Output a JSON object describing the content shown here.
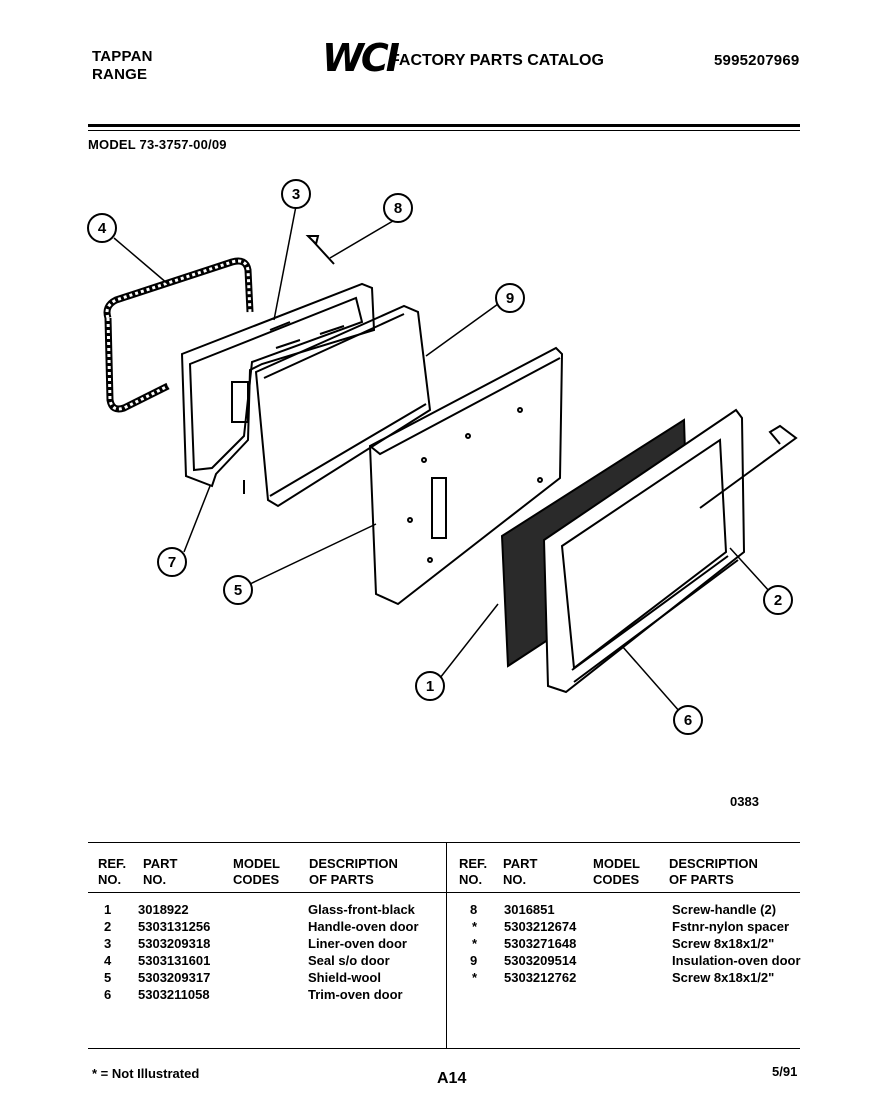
{
  "header": {
    "brand_line1": "TAPPAN",
    "brand_line2": "RANGE",
    "logo_text": "WCI",
    "catalog_title": "FACTORY PARTS CATALOG",
    "catalog_number": "5995207969",
    "model_label": "MODEL 73-3757-00/09"
  },
  "diagram": {
    "callouts": [
      "1",
      "2",
      "3",
      "4",
      "5",
      "6",
      "7",
      "8",
      "9"
    ],
    "figure_code": "0383"
  },
  "table": {
    "headers": {
      "ref_no": [
        "REF.",
        "NO."
      ],
      "part_no": [
        "PART",
        "NO."
      ],
      "model_codes": [
        "MODEL",
        "CODES"
      ],
      "description": [
        "DESCRIPTION",
        "OF PARTS"
      ]
    },
    "left_rows": [
      {
        "ref": "1",
        "part": "3018922",
        "codes": "",
        "desc": "Glass-front-black"
      },
      {
        "ref": "2",
        "part": "5303131256",
        "codes": "",
        "desc": "Handle-oven door"
      },
      {
        "ref": "3",
        "part": "5303209318",
        "codes": "",
        "desc": "Liner-oven door"
      },
      {
        "ref": "4",
        "part": "5303131601",
        "codes": "",
        "desc": "Seal s/o door"
      },
      {
        "ref": "5",
        "part": "5303209317",
        "codes": "",
        "desc": "Shield-wool"
      },
      {
        "ref": "6",
        "part": "5303211058",
        "codes": "",
        "desc": "Trim-oven door"
      }
    ],
    "right_rows": [
      {
        "ref": "8",
        "part": "3016851",
        "codes": "",
        "desc": "Screw-handle (2)"
      },
      {
        "ref": "*",
        "part": "5303212674",
        "codes": "",
        "desc": "Fstnr-nylon spacer"
      },
      {
        "ref": "*",
        "part": "5303271648",
        "codes": "",
        "desc": "Screw 8x18x1/2\""
      },
      {
        "ref": "9",
        "part": "5303209514",
        "codes": "",
        "desc": "Insulation-oven door"
      },
      {
        "ref": "*",
        "part": "5303212762",
        "codes": "",
        "desc": "Screw 8x18x1/2\""
      }
    ]
  },
  "footer": {
    "note": "* = Not Illustrated",
    "page": "A14",
    "date": "5/91"
  }
}
